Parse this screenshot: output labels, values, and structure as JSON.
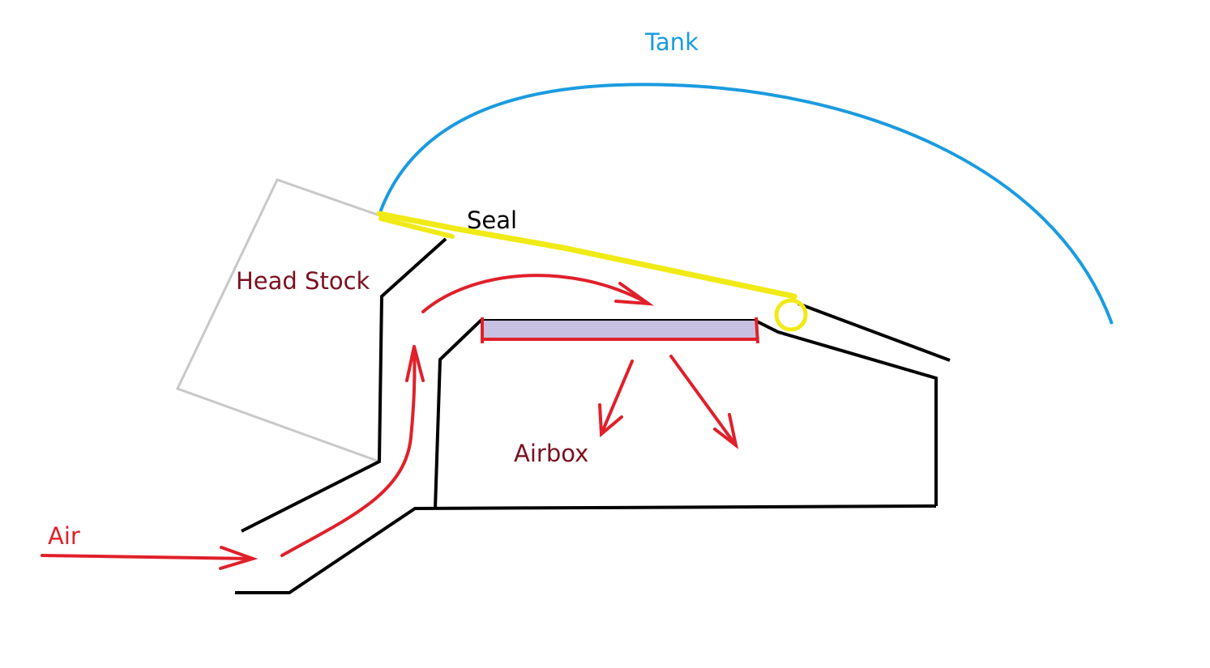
{
  "labels": {
    "tank": "Tank",
    "seal": "Seal",
    "head_stock": "Head Stock",
    "airbox": "Airbox",
    "air": "Air"
  },
  "colors": {
    "tank": "#1a9be0",
    "seal": "#f0ea16",
    "head_stock_label": "#7a1020",
    "head_stock_outline": "#c8c8c8",
    "airbox_label": "#7a1020",
    "air_label": "#e0202a",
    "airflow": "#e0202a",
    "frame": "#000000",
    "filter_fill": "#c8c0e0",
    "filter_edge": "#e0202a"
  }
}
